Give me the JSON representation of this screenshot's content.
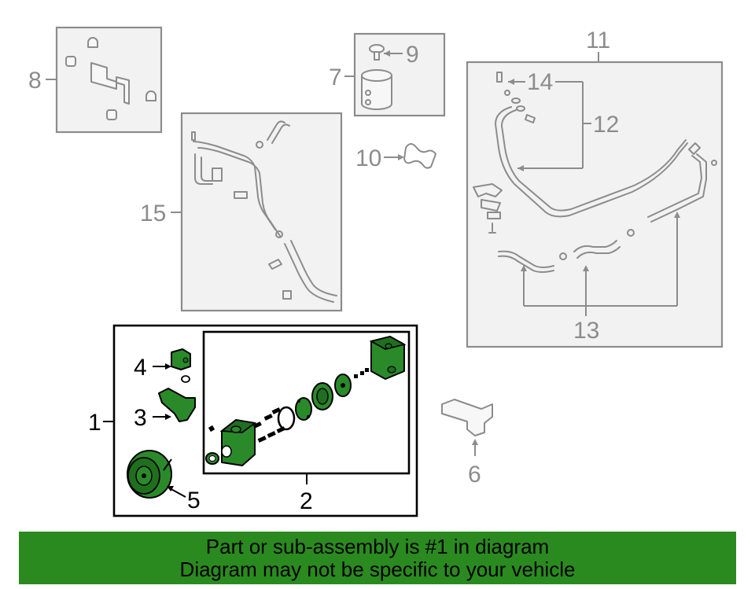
{
  "diagram": {
    "callouts": {
      "c1": "1",
      "c2": "2",
      "c3": "3",
      "c4": "4",
      "c5": "5",
      "c6": "6",
      "c7": "7",
      "c8": "8",
      "c9": "9",
      "c10": "10",
      "c11": "11",
      "c12": "12",
      "c13": "13",
      "c14": "14",
      "c15": "15"
    },
    "highlight_color": "#2a8a2a",
    "line_color": "#8c8c8c"
  },
  "banner": {
    "line1": "Part or sub-assembly is #1 in diagram",
    "line2": "Diagram may not be specific to your vehicle",
    "background": "#2a8a1f"
  }
}
